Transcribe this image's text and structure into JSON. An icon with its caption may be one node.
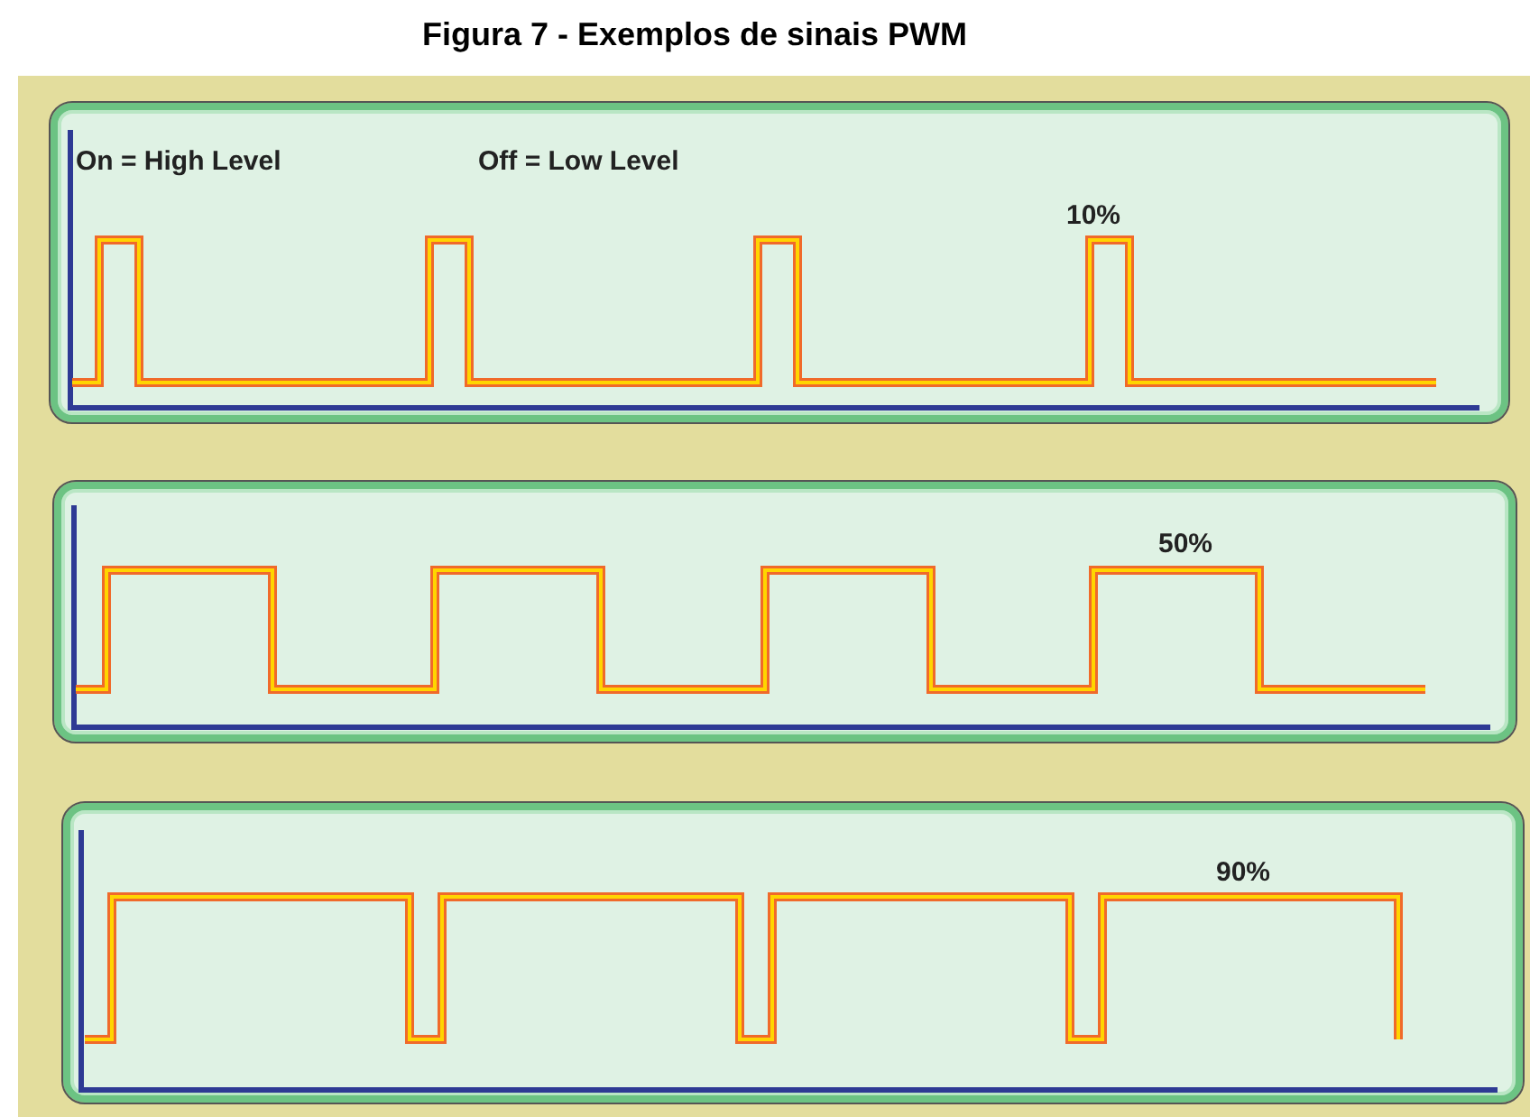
{
  "diagram": {
    "title": "Figura 7 - Exemplos de sinais PWM",
    "nodes": [
      {
        "text": [
          "On = High Level",
          "Off = Low Level",
          "10%"
        ]
      },
      {
        "text": [
          "50%"
        ]
      },
      {
        "text": [
          "90%"
        ]
      }
    ]
  }
}
